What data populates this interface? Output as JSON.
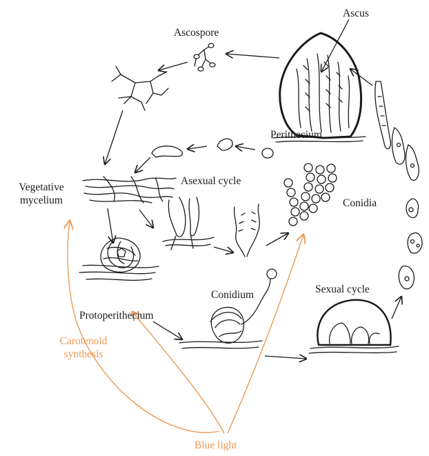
{
  "diagram": {
    "labels": {
      "ascus": "Ascus",
      "ascospore": "Ascospore",
      "perithecium": "Perithecium",
      "vegetative_mycelium_line1": "Vegetative",
      "vegetative_mycelium_line2": "mycelium",
      "asexual_cycle": "Asexual cycle",
      "conidia": "Conidia",
      "conidium": "Conidium",
      "sexual_cycle": "Sexual cycle",
      "protoperithecium": "Protoperithecium",
      "carotenoid_line1": "Carotenoid",
      "carotenoid_line2": "synthesis",
      "blue_light": "Blue light"
    },
    "colors": {
      "ink": "#1a1a1a",
      "light_arrows": "#ea9a55"
    }
  }
}
